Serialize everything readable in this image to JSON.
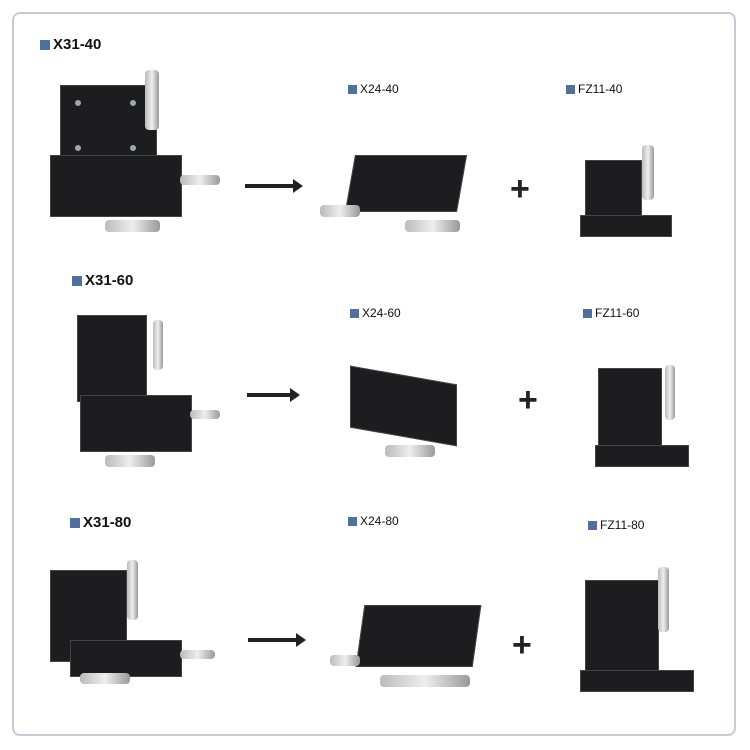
{
  "rows": [
    {
      "combo": "X31-40",
      "x_stage": "X24-40",
      "z_stage": "FZ11-40"
    },
    {
      "combo": "X31-60",
      "x_stage": "X24-60",
      "z_stage": "FZ11-60"
    },
    {
      "combo": "X31-80",
      "x_stage": "X24-80",
      "z_stage": "FZ11-80"
    }
  ],
  "symbols": {
    "plus": "+"
  },
  "colors": {
    "label_square": "#4f6fa0",
    "border": "#c7c9d6"
  }
}
